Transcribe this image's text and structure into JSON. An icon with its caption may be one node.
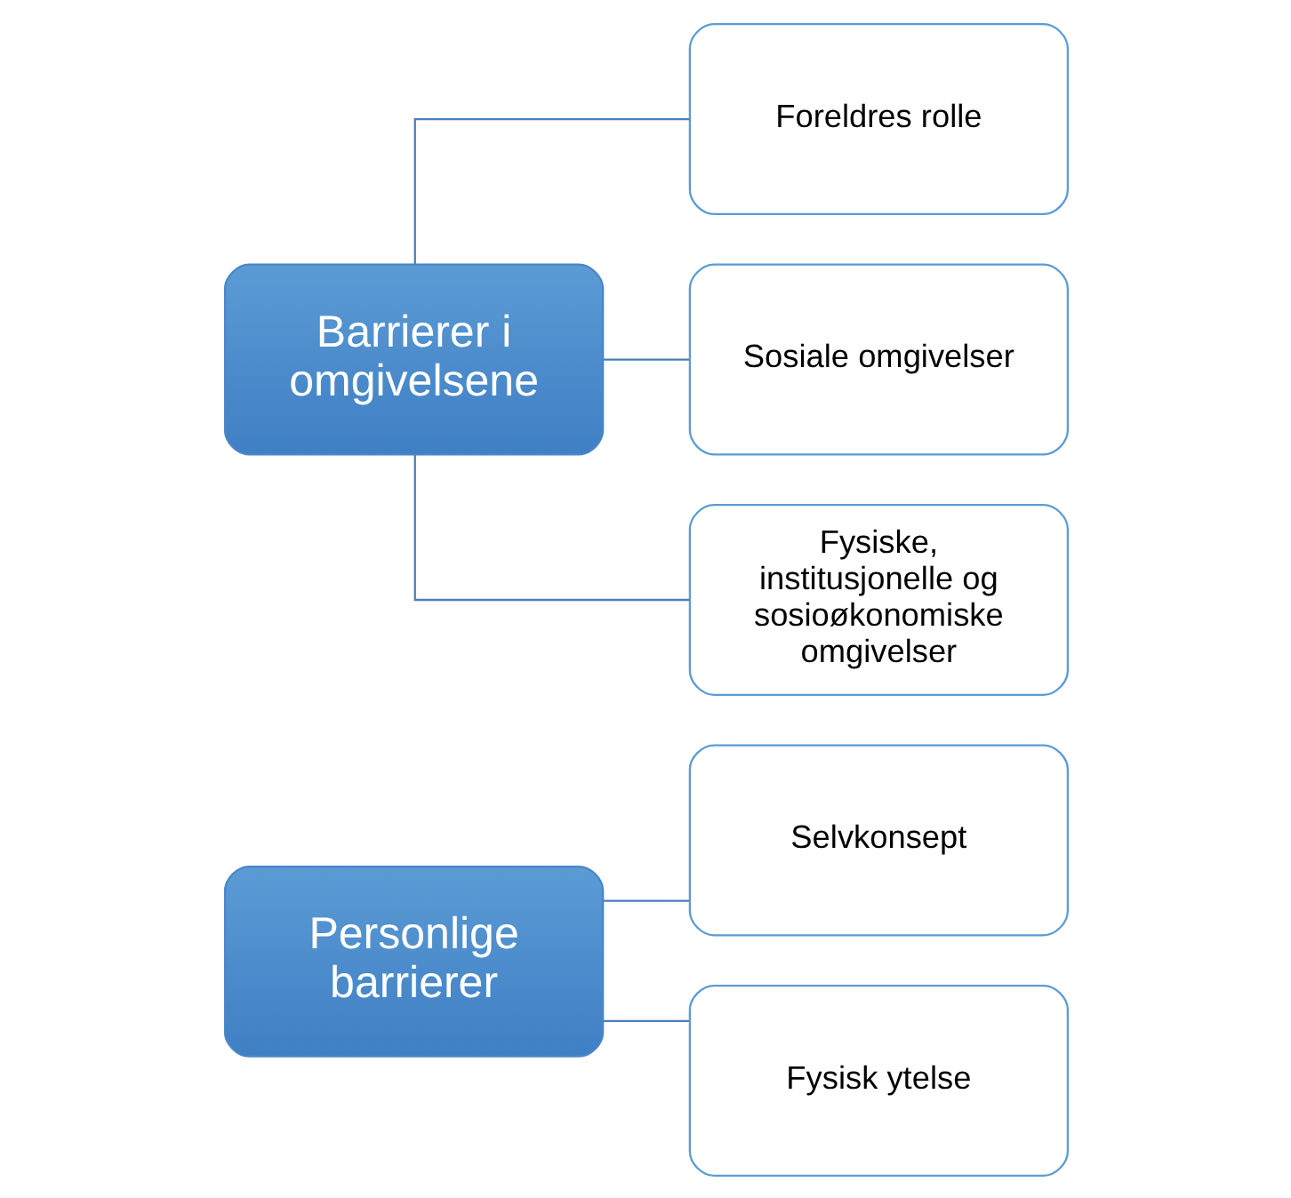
{
  "diagram": {
    "nodes": [
      {
        "text": [
          "Personlige barrierer"
        ]
      },
      {
        "text": [
          "Selvkonsept"
        ]
      },
      {
        "text": [
          "Fysisk ytelse"
        ]
      },
      {
        "text": [
          "Barrierer i omgivelsene"
        ]
      },
      {
        "text": [
          "Foreldres rolle"
        ]
      },
      {
        "text": [
          "Sosiale omgivelser"
        ]
      },
      {
        "text": [
          "Fysiske, institusjonelle og sosioøkonomiske omgivelser"
        ]
      }
    ],
    "edges": [
      {
        "from": 0,
        "to": 1,
        "arrow": "none"
      },
      {
        "from": 0,
        "to": 2,
        "arrow": "none"
      },
      {
        "from": 3,
        "to": 4,
        "arrow": "none"
      },
      {
        "from": 3,
        "to": 5,
        "arrow": "none"
      },
      {
        "from": 3,
        "to": 6,
        "arrow": "none"
      }
    ]
  }
}
